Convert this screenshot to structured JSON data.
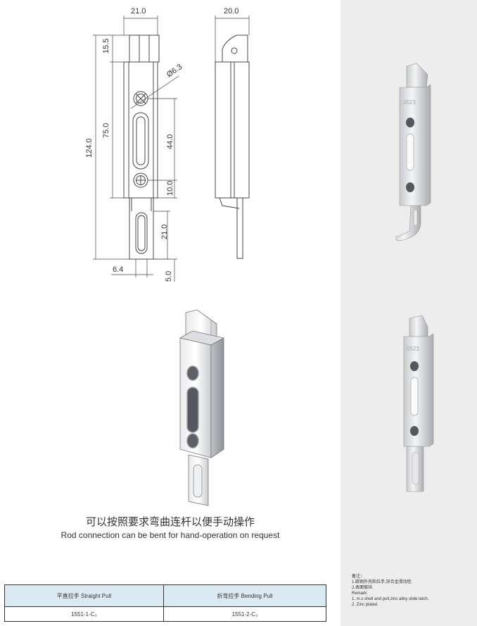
{
  "drawing": {
    "dims": {
      "width_front": "21.0",
      "width_side": "20.0",
      "height_top": "15.5",
      "hole_diameter": "Ø6.3",
      "body_height": "75.0",
      "hole_pitch": "44.0",
      "total_height": "124.0",
      "hole_offset": "10.0",
      "tab_height": "21.0",
      "tab_width": "6.4",
      "tab_gap": "5.0"
    },
    "part_stamp": "0523"
  },
  "caption": {
    "cn": "可以按照要求弯曲连杆以便手动操作",
    "en": "Rod connection can be bent for hand-operation on request"
  },
  "table": {
    "headers": [
      "平直拉手 Straight Pull",
      "折弯拉手 Bending Pull"
    ],
    "rows": [
      [
        "1551-1-C₃",
        "1551-2-C₃"
      ]
    ]
  },
  "notes": {
    "lines": [
      "备注：",
      "1.碳钢外壳和拉手,锌合金滑动栓.",
      "2.表面镀锌.",
      "Remark:",
      "1. m.s shell and pull,zinc alloy slide latch.",
      "2. Zinc plated."
    ]
  }
}
